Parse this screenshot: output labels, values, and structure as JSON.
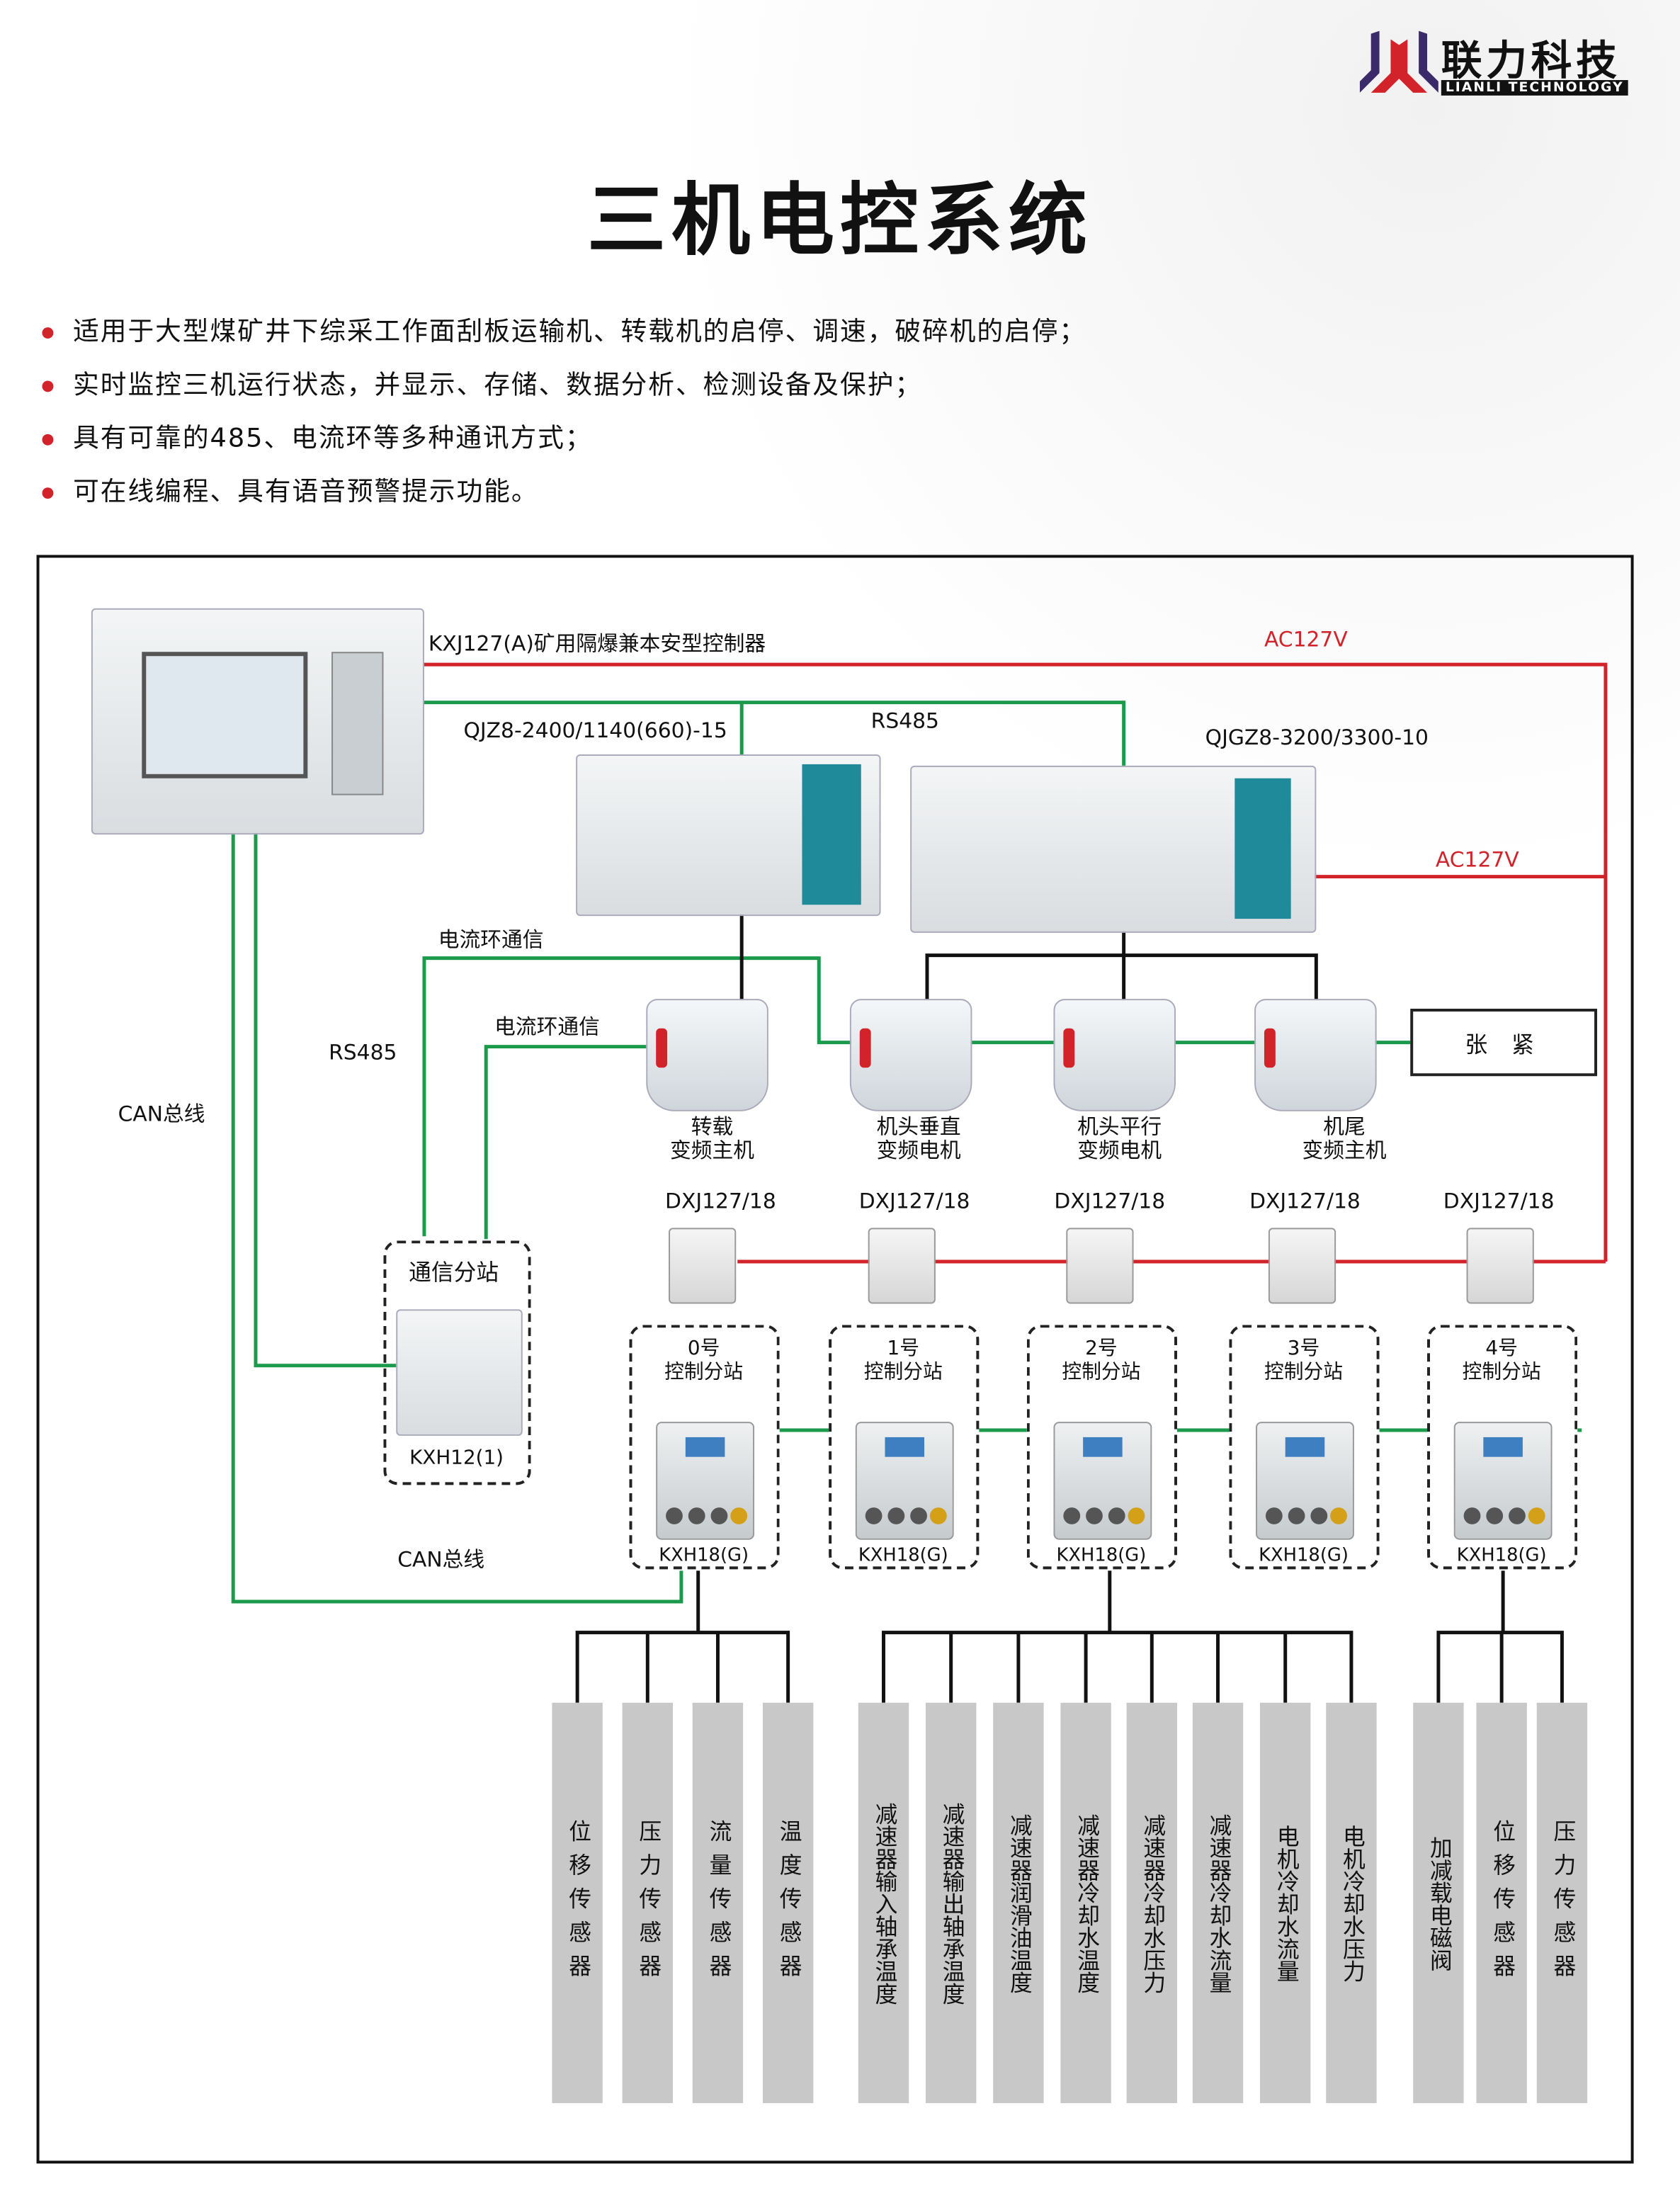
{
  "brand": {
    "name_cn": "联力科技",
    "name_en": "LIANLI TECHNOLOGY",
    "colors": {
      "red": "#d2232a",
      "purple": "#3a2a6a"
    }
  },
  "title": "三机电控系统",
  "features": [
    "适用于大型煤矿井下综采工作面刮板运输机、转载机的启停、调速，破碎机的启停；",
    "实时监控三机运行状态，并显示、存储、数据分析、检测设备及保护；",
    "具有可靠的485、电流环等多种通讯方式；",
    "可在线编程、具有语音预警提示功能。"
  ],
  "diagram": {
    "colors": {
      "power": "#d2232a",
      "comm": "#1a9a4a",
      "control": "#111111",
      "sensor": "#c8c8c8"
    },
    "controller_label": "KXJ127(A)矿用隔爆兼本安型控制器",
    "power_label_1": "AC127V",
    "power_label_2": "AC127V",
    "qjz_label": "QJZ8-2400/1140(660)-15",
    "qjgz_label": "QJGZ8-3200/3300-10",
    "rs485_top": "RS485",
    "rs485_left": "RS485",
    "current_loop_1": "电流环通信",
    "current_loop_2": "电流环通信",
    "can_bus_1": "CAN总线",
    "can_bus_2": "CAN总线",
    "motors": [
      {
        "line1": "转载",
        "line2": "变频主机"
      },
      {
        "line1": "机头垂直",
        "line2": "变频电机"
      },
      {
        "line1": "机头平行",
        "line2": "变频电机"
      },
      {
        "line1": "机尾",
        "line2": "变频主机"
      }
    ],
    "tension": "张 紧",
    "comm_station": {
      "title": "通信分站",
      "model": "KXH12(1)"
    },
    "dxj": [
      "DXJ127/18",
      "DXJ127/18",
      "DXJ127/18",
      "DXJ127/18",
      "DXJ127/18"
    ],
    "stations": [
      {
        "num": "0号",
        "name": "控制分站",
        "model": "KXH18(G)"
      },
      {
        "num": "1号",
        "name": "控制分站",
        "model": "KXH18(G)"
      },
      {
        "num": "2号",
        "name": "控制分站",
        "model": "KXH18(G)"
      },
      {
        "num": "3号",
        "name": "控制分站",
        "model": "KXH18(G)"
      },
      {
        "num": "4号",
        "name": "控制分站",
        "model": "KXH18(G)"
      }
    ],
    "sensor_groups": [
      {
        "station": "0号",
        "sensors": [
          "位移传感器",
          "压力传感器",
          "流量传感器",
          "温度传感器"
        ]
      },
      {
        "station": "2号",
        "sensors": [
          "减速器输入轴承温度",
          "减速器输出轴承温度",
          "减速器润滑油温度",
          "减速器冷却水温度",
          "减速器冷却水压力",
          "减速器冷却水流量",
          "电机冷却水流量",
          "电机冷却水压力"
        ]
      },
      {
        "station": "4号",
        "sensors": [
          "加减载电磁阀",
          "位移传感器",
          "压力传感器"
        ]
      }
    ]
  }
}
